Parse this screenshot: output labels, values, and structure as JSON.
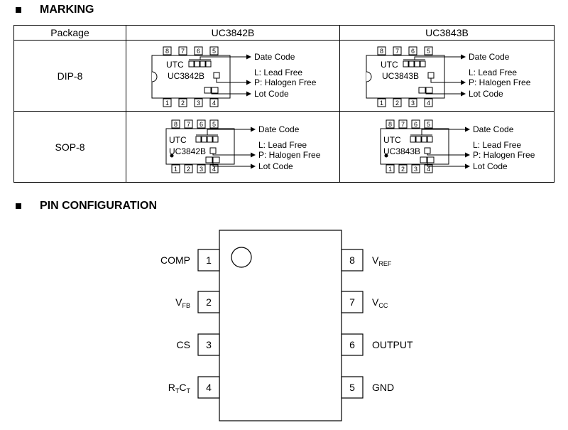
{
  "marking": {
    "heading": "MARKING",
    "headers": [
      "Package",
      "UC3842B",
      "UC3843B"
    ],
    "rows": [
      {
        "package": "DIP-8",
        "parts": [
          "UC3842B",
          "UC3843B"
        ]
      },
      {
        "package": "SOP-8",
        "parts": [
          "UC3842B",
          "UC3843B"
        ]
      }
    ],
    "chip_prefix": "UTC",
    "pins_top": [
      "8",
      "7",
      "6",
      "5"
    ],
    "pins_bottom": [
      "1",
      "2",
      "3",
      "4"
    ],
    "legend": {
      "date": "Date Code",
      "lead_free": "L: Lead Free",
      "halogen_free": "P: Halogen Free",
      "lot": "Lot Code"
    }
  },
  "pin_config": {
    "heading": "PIN CONFIGURATION",
    "left_pins": [
      {
        "num": "1",
        "name": "COMP",
        "sub": ""
      },
      {
        "num": "2",
        "name": "V",
        "sub": "FB"
      },
      {
        "num": "3",
        "name": "CS",
        "sub": ""
      },
      {
        "num": "4",
        "name": "R",
        "sub": "T",
        "name2": "C",
        "sub2": "T"
      }
    ],
    "right_pins": [
      {
        "num": "8",
        "name": "V",
        "sub": "REF"
      },
      {
        "num": "7",
        "name": "V",
        "sub": "CC"
      },
      {
        "num": "6",
        "name": "OUTPUT",
        "sub": ""
      },
      {
        "num": "5",
        "name": "GND",
        "sub": ""
      }
    ]
  }
}
